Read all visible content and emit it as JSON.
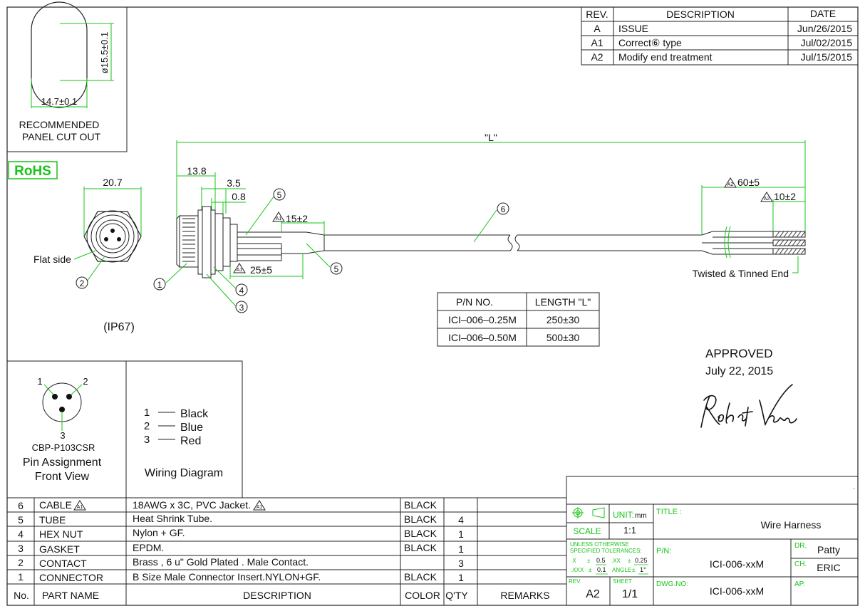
{
  "revisions": {
    "headers": [
      "REV.",
      "DESCRIPTION",
      "DATE"
    ],
    "rows": [
      {
        "rev": "A",
        "desc": "ISSUE",
        "date": "Jun/26/2015"
      },
      {
        "rev": "A1",
        "desc": "Correct⑥ type",
        "date": "Jul/02/2015"
      },
      {
        "rev": "A2",
        "desc": "Modify end treatment",
        "date": "Jul/15/2015"
      }
    ]
  },
  "cutout": {
    "diameter_dim": "ø15.5±0.1",
    "width_dim": "14.7±0.1",
    "label_line1": "RECOMMENDED",
    "label_line2": "PANEL CUT OUT"
  },
  "rohs": "RoHS",
  "front": {
    "dim": "20.7",
    "flat_side": "Flat side",
    "balloon": "2",
    "ip": "(IP67)"
  },
  "side": {
    "dim_13_8": "13.8",
    "dim_3_5": "3.5",
    "dim_0_8": "0.8",
    "dim_L": "\"L\"",
    "dim_15": "15±2",
    "dim_25": "25±5",
    "dim_60": "60±5",
    "dim_10": "10±2",
    "rev_a1": "A1",
    "rev_a2": "A2",
    "balloon_1": "1",
    "balloon_3": "3",
    "balloon_4": "4",
    "balloon_5": "5",
    "balloon_6": "6",
    "twisted": "Twisted & Tinned End"
  },
  "length_table": {
    "headers": [
      "P/N  NO.",
      "LENGTH  \"L\""
    ],
    "rows": [
      {
        "pn": "ICI–006–0.25M",
        "len": "250±30"
      },
      {
        "pn": "ICI–006–0.50M",
        "len": "500±30"
      }
    ]
  },
  "approval": {
    "label": "APPROVED",
    "date": "July 22, 2015"
  },
  "pin": {
    "pin1": "1",
    "pin2": "2",
    "pin3": "3",
    "part": "CBP-P103CSR",
    "title1": "Pin Assignment",
    "title2": "Front View"
  },
  "wiring": {
    "entries": [
      {
        "n": "1",
        "color": "Black"
      },
      {
        "n": "2",
        "color": "Blue"
      },
      {
        "n": "3",
        "color": "Red"
      }
    ],
    "title": "Wiring Diagram"
  },
  "bom": {
    "headers": {
      "no": "No.",
      "part": "PART NAME",
      "desc": "DESCRIPTION",
      "color": "COLOR",
      "qty": "Q'TY",
      "remarks": "REMARKS"
    },
    "rows": [
      {
        "no": "6",
        "part": "CABLE",
        "desc": "18AWG x 3C, PVC Jacket.",
        "color": "BLACK",
        "qty": ""
      },
      {
        "no": "5",
        "part": "TUBE",
        "desc": "Heat Shrink Tube.",
        "color": "BLACK",
        "qty": "4"
      },
      {
        "no": "4",
        "part": "HEX NUT",
        "desc": "Nylon + GF.",
        "color": "BLACK",
        "qty": "1"
      },
      {
        "no": "3",
        "part": "GASKET",
        "desc": "EPDM.",
        "color": "BLACK",
        "qty": "1"
      },
      {
        "no": "2",
        "part": "CONTACT",
        "desc": "Brass , 6 u\" Gold Plated . Male Contact.",
        "color": "",
        "qty": "3"
      },
      {
        "no": "1",
        "part": "CONNECTOR",
        "desc": "B Size Male Connector Insert.NYLON+GF.",
        "color": "BLACK",
        "qty": "1"
      }
    ]
  },
  "title_block": {
    "unit_label": "UNIT:",
    "unit_value": "mm",
    "scale_label": "SCALE",
    "scale_value": "1:1",
    "tol_line1": "UNLESS  OTHERWISE",
    "tol_line2": "SPECIFIED  TOLERANCES:",
    "tol_x": ".X",
    "tol_x_val": "0.5",
    "tol_xx": ".XX",
    "tol_xx_val": "0.25",
    "tol_xxx": ".XXX",
    "tol_xxx_val": "0.1",
    "tol_angle": "ANGLE",
    "tol_angle_val": "1°",
    "title_label": "TITLE :",
    "title_value": "Wire Harness",
    "pn_label": "P/N:",
    "pn_value": "ICI-006-xxM",
    "dwg_label": "DWG.NO:",
    "dwg_value": "ICI-006-xxM",
    "rev_label": "REV.",
    "rev_value": "A2",
    "sheet_label": "SHEET",
    "sheet_value": "1/1",
    "dr_label": "DR.",
    "dr_value": "Patty",
    "ch_label": "CH.",
    "ch_value": "ERIC",
    "ap_label": "AP."
  }
}
